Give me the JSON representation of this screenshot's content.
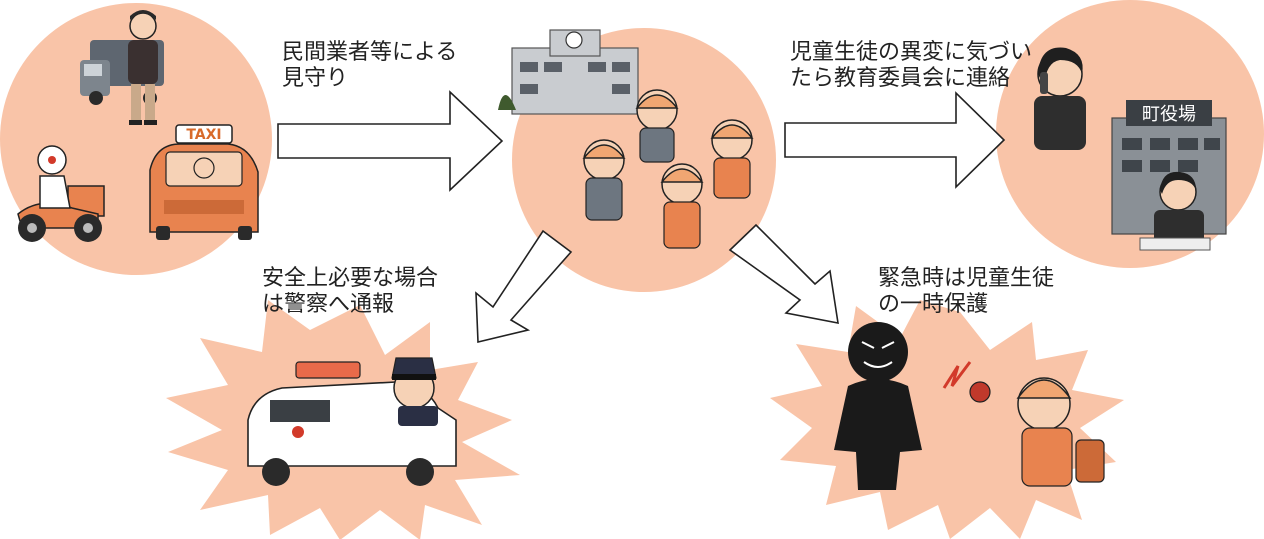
{
  "colors": {
    "circle": "#f9c4a8",
    "burst": "#f9c4a8",
    "helmet": "#f0a672",
    "outline": "#222222",
    "shirt_orange": "#e8834f",
    "shirt_gray": "#6d7680",
    "figure_dark": "#1a1a1a",
    "building": "#8a9096"
  },
  "labels": {
    "private_watch": [
      "民間業者等による",
      "見守り"
    ],
    "report_board": [
      "児童生徒の異変に気づい",
      "たら教育委員会に連絡"
    ],
    "notify_police": [
      "安全上必要な場合",
      "は警察へ通報"
    ],
    "protect_children": [
      "緊急時は児童生徒",
      "の一時保護"
    ]
  },
  "signs": {
    "taxi": "TAXI",
    "town_hall": "町役場"
  },
  "icons": {
    "private_businesses": [
      "delivery-truck-icon",
      "delivery-man-icon",
      "mail-scooter-icon",
      "taxi-icon"
    ],
    "children": [
      "school-building-icon",
      "schoolchildren-group-icon"
    ],
    "board_of_education": [
      "phone-caller-icon",
      "town-hall-building-icon",
      "office-worker-icon"
    ],
    "police": [
      "police-car-icon",
      "police-officer-icon"
    ],
    "danger": [
      "suspicious-person-icon",
      "child-with-alarm-icon"
    ]
  }
}
